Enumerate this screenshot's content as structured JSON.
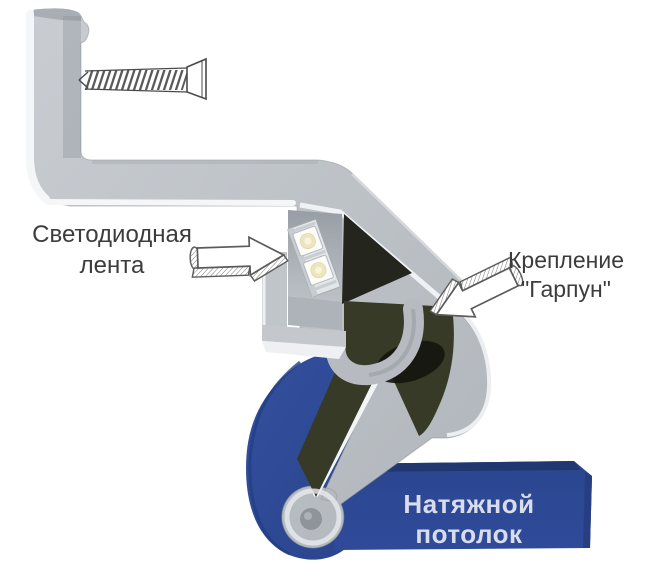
{
  "diagram": {
    "labels": {
      "led_strip": {
        "line1": "Светодиодная",
        "line2": "лента"
      },
      "harpoon": {
        "line1": "Крепление",
        "line2": "\"Гарпун\""
      },
      "ceiling": {
        "text": "Натяжной потолок"
      }
    },
    "colors": {
      "background": "#ffffff",
      "profile_gray": "#c2c6cb",
      "profile_highlight": "#f3f5f7",
      "profile_shadow": "#9aa0a6",
      "channel_wall_gray": "#a8aeb4",
      "opening_dark": "#24261e",
      "cavity_olive": "#383a28",
      "cavity_hole_dark": "#14160d",
      "hook_gray": "#b7bbc1",
      "fabric_blue": "#2e4a96",
      "fabric_blue_dark": "#20386f",
      "led_warm_white": "#ece5bd",
      "label_text": "#3c3c3c",
      "band_text": "#d9dcea",
      "line_art_gray": "#555555"
    },
    "icons": {
      "screw": "screw-icon",
      "arrow_led": "arrow-right-icon",
      "arrow_harpoon": "arrow-down-left-icon"
    }
  }
}
